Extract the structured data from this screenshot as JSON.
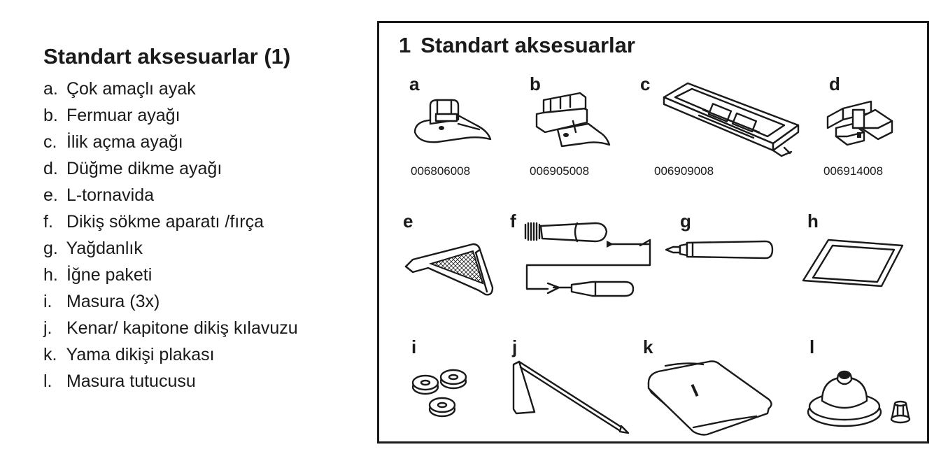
{
  "list": {
    "title": "Standart aksesuarlar (1)",
    "items": [
      {
        "letter": "a.",
        "text": "Çok amaçlı ayak"
      },
      {
        "letter": "b.",
        "text": "Fermuar ayağı"
      },
      {
        "letter": "c.",
        "text": "İlik açma ayağı"
      },
      {
        "letter": "d.",
        "text": "Düğme dikme ayağı"
      },
      {
        "letter": "e.",
        "text": "L-tornavida"
      },
      {
        "letter": "f.",
        "text": "Dikiş sökme aparatı /fırça"
      },
      {
        "letter": "g.",
        "text": "Yağdanlık"
      },
      {
        "letter": "h.",
        "text": "İğne paketi"
      },
      {
        "letter": "i.",
        "text": "Masura (3x)"
      },
      {
        "letter": "j.",
        "text": "Kenar/ kapitone dikiş kılavuzu"
      },
      {
        "letter": "k.",
        "text": "Yama dikişi plakası"
      },
      {
        "letter": "l.",
        "text": "Masura tutucusu"
      }
    ]
  },
  "figure": {
    "number": "1",
    "title": "Standart aksesuarlar",
    "cells": [
      {
        "label": "a",
        "code": "006806008",
        "icon": "presser-foot-icon"
      },
      {
        "label": "b",
        "code": "006905008",
        "icon": "zipper-foot-icon"
      },
      {
        "label": "c",
        "code": "006909008",
        "icon": "buttonhole-foot-icon"
      },
      {
        "label": "d",
        "code": "006914008",
        "icon": "button-sewing-foot-icon"
      },
      {
        "label": "e",
        "icon": "screwdriver-icon"
      },
      {
        "label": "f",
        "icon": "seam-ripper-brush-icon"
      },
      {
        "label": "g",
        "icon": "oiler-icon"
      },
      {
        "label": "h",
        "icon": "needle-pack-icon"
      },
      {
        "label": "i",
        "icon": "bobbins-icon"
      },
      {
        "label": "j",
        "icon": "quilting-guide-icon"
      },
      {
        "label": "k",
        "icon": "patchwork-plate-icon"
      },
      {
        "label": "l",
        "icon": "spool-holder-icon"
      }
    ]
  }
}
